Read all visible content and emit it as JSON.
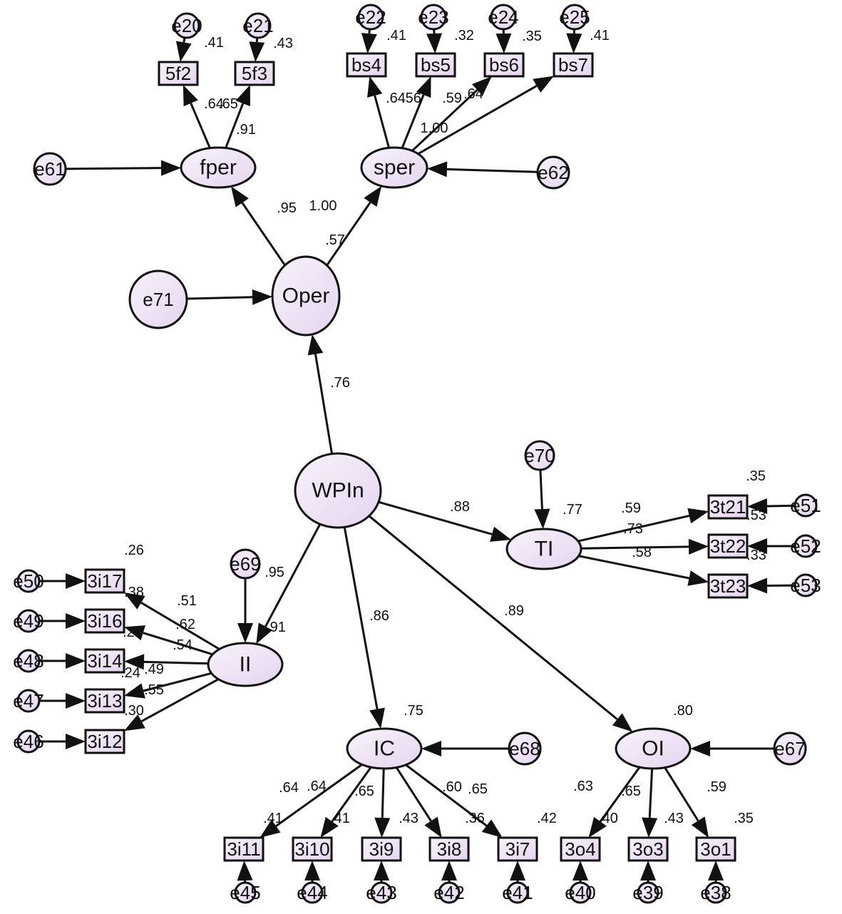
{
  "diagram": {
    "latent": [
      {
        "id": "WPIn",
        "label": "WPIn"
      },
      {
        "id": "Oper",
        "label": "Oper"
      },
      {
        "id": "fper",
        "label": "fper"
      },
      {
        "id": "sper",
        "label": "sper"
      },
      {
        "id": "TI",
        "label": "TI"
      },
      {
        "id": "II",
        "label": "II"
      },
      {
        "id": "IC",
        "label": "IC"
      },
      {
        "id": "OI",
        "label": "OI"
      }
    ],
    "observed": [
      {
        "id": "5f2",
        "label": "5f2"
      },
      {
        "id": "5f3",
        "label": "5f3"
      },
      {
        "id": "bs4",
        "label": "bs4"
      },
      {
        "id": "bs5",
        "label": "bs5"
      },
      {
        "id": "bs6",
        "label": "bs6"
      },
      {
        "id": "bs7",
        "label": "bs7"
      },
      {
        "id": "3t21",
        "label": "3t21"
      },
      {
        "id": "3t22",
        "label": "3t22"
      },
      {
        "id": "3t23",
        "label": "3t23"
      },
      {
        "id": "3i17",
        "label": "3i17"
      },
      {
        "id": "3i16",
        "label": "3i16"
      },
      {
        "id": "3i14",
        "label": "3i14"
      },
      {
        "id": "3i13",
        "label": "3i13"
      },
      {
        "id": "3i12",
        "label": "3i12"
      },
      {
        "id": "3i11",
        "label": "3i11"
      },
      {
        "id": "3i10",
        "label": "3i10"
      },
      {
        "id": "3i9",
        "label": "3i9"
      },
      {
        "id": "3i8",
        "label": "3i8"
      },
      {
        "id": "3i7",
        "label": "3i7"
      },
      {
        "id": "3o4",
        "label": "3o4"
      },
      {
        "id": "3o3",
        "label": "3o3"
      },
      {
        "id": "3o1",
        "label": "3o1"
      }
    ],
    "errors": [
      {
        "id": "e20",
        "label": "e20"
      },
      {
        "id": "e21",
        "label": "e21"
      },
      {
        "id": "e22",
        "label": "e22"
      },
      {
        "id": "e23",
        "label": "e23"
      },
      {
        "id": "e24",
        "label": "e24"
      },
      {
        "id": "e25",
        "label": "e25"
      },
      {
        "id": "e61",
        "label": "e61"
      },
      {
        "id": "e62",
        "label": "e62"
      },
      {
        "id": "e71",
        "label": "e71"
      },
      {
        "id": "e70",
        "label": "e70"
      },
      {
        "id": "e51",
        "label": "e51"
      },
      {
        "id": "e52",
        "label": "e52"
      },
      {
        "id": "e53",
        "label": "e53"
      },
      {
        "id": "e69",
        "label": "e69"
      },
      {
        "id": "e50",
        "label": "e50"
      },
      {
        "id": "e49",
        "label": "e49"
      },
      {
        "id": "e48",
        "label": "e48"
      },
      {
        "id": "e47",
        "label": "e47"
      },
      {
        "id": "e46",
        "label": "e46"
      },
      {
        "id": "e68",
        "label": "e68"
      },
      {
        "id": "e67",
        "label": "e67"
      },
      {
        "id": "e45",
        "label": "e45"
      },
      {
        "id": "e44",
        "label": "e44"
      },
      {
        "id": "e43",
        "label": "e43"
      },
      {
        "id": "e42",
        "label": "e42"
      },
      {
        "id": "e41",
        "label": "e41"
      },
      {
        "id": "e40",
        "label": "e40"
      },
      {
        "id": "e39",
        "label": "e39"
      },
      {
        "id": "e38",
        "label": "e38"
      }
    ],
    "paths": [
      {
        "from": "WPIn",
        "to": "Oper",
        "coef": ".76"
      },
      {
        "from": "WPIn",
        "to": "TI",
        "coef": ".88"
      },
      {
        "from": "WPIn",
        "to": "II",
        "coef": ".95"
      },
      {
        "from": "WPIn",
        "to": "IC",
        "coef": ".86"
      },
      {
        "from": "WPIn",
        "to": "OI",
        "coef": ".89"
      },
      {
        "from": "Oper",
        "to": "fper",
        "coef": ".95"
      },
      {
        "from": "Oper",
        "to": "sper",
        "coef": "1.00"
      },
      {
        "from": "fper",
        "to": "5f2",
        "coef": ".64"
      },
      {
        "from": "fper",
        "to": "5f3",
        "coef": ".65"
      },
      {
        "from": "sper",
        "to": "bs4",
        "coef": ".64"
      },
      {
        "from": "sper",
        "to": "bs5",
        "coef": ".56"
      },
      {
        "from": "sper",
        "to": "bs6",
        "coef": ".59"
      },
      {
        "from": "sper",
        "to": "bs7",
        "coef": ".64"
      },
      {
        "from": "TI",
        "to": "3t21",
        "coef": ".59"
      },
      {
        "from": "TI",
        "to": "3t22",
        "coef": ".73"
      },
      {
        "from": "TI",
        "to": "3t23",
        "coef": ".58"
      },
      {
        "from": "II",
        "to": "3i17",
        "coef": ".51"
      },
      {
        "from": "II",
        "to": "3i16",
        "coef": ".62"
      },
      {
        "from": "II",
        "to": "3i14",
        "coef": ".54"
      },
      {
        "from": "II",
        "to": "3i13",
        "coef": ".49"
      },
      {
        "from": "II",
        "to": "3i12",
        "coef": ".55"
      },
      {
        "from": "IC",
        "to": "3i11",
        "coef": ".64"
      },
      {
        "from": "IC",
        "to": "3i10",
        "coef": ".64"
      },
      {
        "from": "IC",
        "to": "3i9",
        "coef": ".65"
      },
      {
        "from": "IC",
        "to": "3i8",
        "coef": ".60"
      },
      {
        "from": "IC",
        "to": "3i7",
        "coef": ".65"
      },
      {
        "from": "OI",
        "to": "3o4",
        "coef": ".63"
      },
      {
        "from": "OI",
        "to": "3o3",
        "coef": ".65"
      },
      {
        "from": "OI",
        "to": "3o1",
        "coef": ".59"
      }
    ],
    "r2": [
      {
        "node": "5f2",
        "value": ".41"
      },
      {
        "node": "5f3",
        "value": ".43"
      },
      {
        "node": "bs4",
        "value": ".41"
      },
      {
        "node": "bs5",
        "value": ".32"
      },
      {
        "node": "bs6",
        "value": ".35"
      },
      {
        "node": "bs7",
        "value": ".41"
      },
      {
        "node": "fper",
        "value": ".91"
      },
      {
        "node": "sper",
        "value": "1.00"
      },
      {
        "node": "Oper",
        "value": ".57"
      },
      {
        "node": "TI",
        "value": ".77"
      },
      {
        "node": "3t21",
        "value": ".35"
      },
      {
        "node": "3t22",
        "value": ".53"
      },
      {
        "node": "3t23",
        "value": ".33"
      },
      {
        "node": "II",
        "value": ".91"
      },
      {
        "node": "3i17",
        "value": ".26"
      },
      {
        "node": "3i16",
        "value": ".38"
      },
      {
        "node": "3i14",
        "value": ".29"
      },
      {
        "node": "3i13",
        "value": ".24"
      },
      {
        "node": "3i12",
        "value": ".30"
      },
      {
        "node": "IC",
        "value": ".75"
      },
      {
        "node": "OI",
        "value": ".80"
      },
      {
        "node": "3i11",
        "value": ".41"
      },
      {
        "node": "3i10",
        "value": ".41"
      },
      {
        "node": "3i9",
        "value": ".43"
      },
      {
        "node": "3i8",
        "value": ".36"
      },
      {
        "node": "3i7",
        "value": ".42"
      },
      {
        "node": "3o4",
        "value": ".40"
      },
      {
        "node": "3o3",
        "value": ".43"
      },
      {
        "node": "3o1",
        "value": ".35"
      }
    ],
    "colors": {
      "fill_light": "#f8f3fb",
      "fill_dark": "#e4d5ef",
      "stroke": "#111111"
    }
  }
}
